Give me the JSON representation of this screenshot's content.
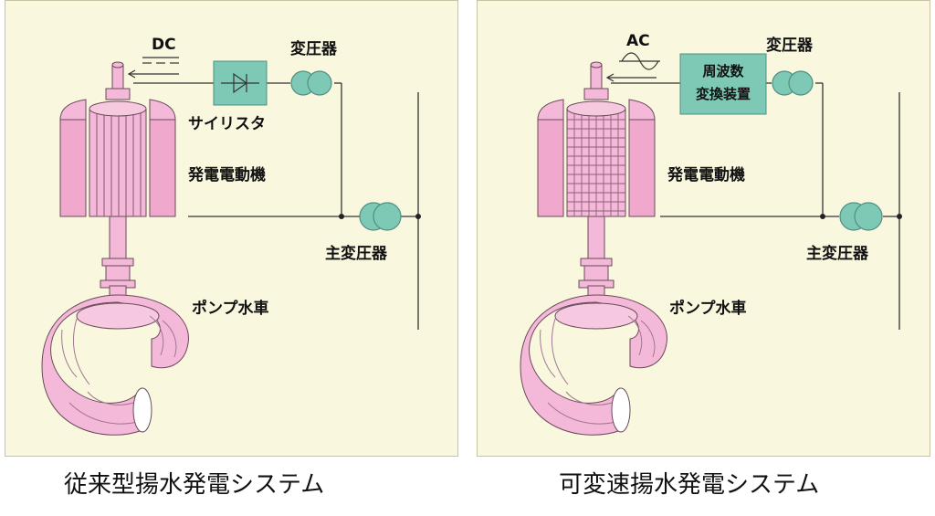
{
  "left": {
    "caption": "従来型揚水発電システム",
    "dc_label": "DC",
    "transformer_label": "変圧器",
    "thyristor_label": "サイリスタ",
    "motor_generator_label": "発電電動機",
    "main_transformer_label": "主変圧器",
    "pump_turbine_label": "ポンプ水車"
  },
  "right": {
    "caption": "可変速揚水発電システム",
    "ac_label": "AC",
    "transformer_label": "変圧器",
    "converter_line1": "周波数",
    "converter_line2": "変換装置",
    "motor_generator_label": "発電電動機",
    "main_transformer_label": "主変圧器",
    "pump_turbine_label": "ポンプ水車"
  },
  "colors": {
    "panel_bg": "#faf7df",
    "machine_pink": "#f4b8d8",
    "equipment_teal": "#7ec8b6",
    "line": "#333333"
  }
}
